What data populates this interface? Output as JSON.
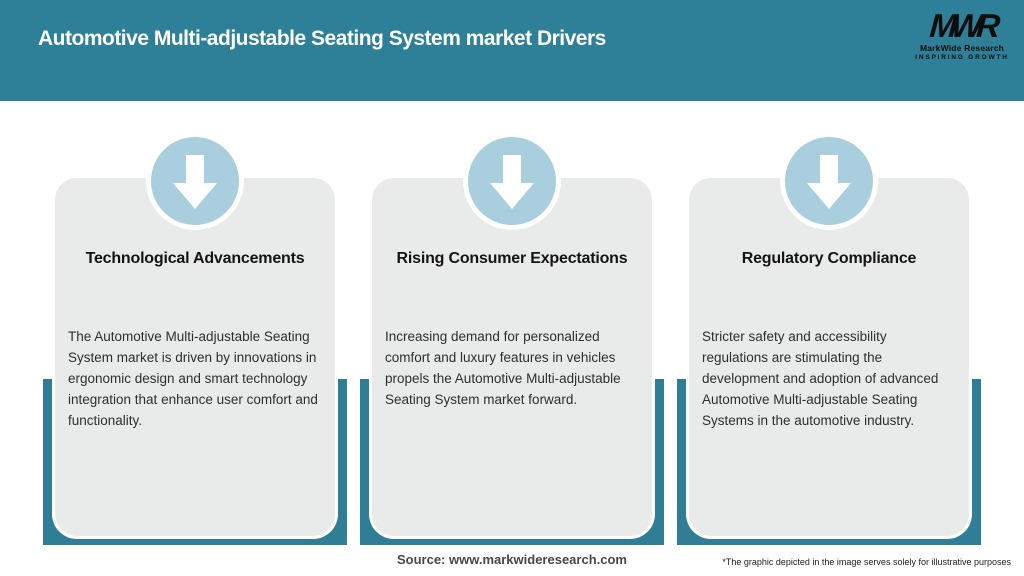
{
  "header": {
    "title": "Automotive Multi-adjustable Seating System market Drivers",
    "logo": {
      "acronym": "MWR",
      "name": "MarkWide Research",
      "tagline": "INSPIRING GROWTH"
    }
  },
  "cards": [
    {
      "title": "Technological Advancements",
      "description": "The Automotive Multi-adjustable Seating System market is driven by innovations in ergonomic design and smart technology integration that enhance user comfort and functionality."
    },
    {
      "title": "Rising Consumer Expectations",
      "description": "Increasing demand for personalized comfort and luxury features in vehicles propels the Automotive Multi-adjustable Seating System market forward."
    },
    {
      "title": "Regulatory Compliance",
      "description": "Stricter safety and accessibility regulations are stimulating the development and adoption of advanced Automotive Multi-adjustable Seating Systems in the automotive industry."
    }
  ],
  "icons": {
    "card_icon": "down-arrow-icon"
  },
  "colors": {
    "header_teal": "#2e8098",
    "backing_teal": "#2f7e95",
    "card_gray": "#e8ebea",
    "circle_blue": "#a9cedd"
  },
  "footer": {
    "source": "Source: www.markwideresearch.com",
    "disclaimer": "*The graphic depicted in the image serves solely for illustrative purposes"
  }
}
